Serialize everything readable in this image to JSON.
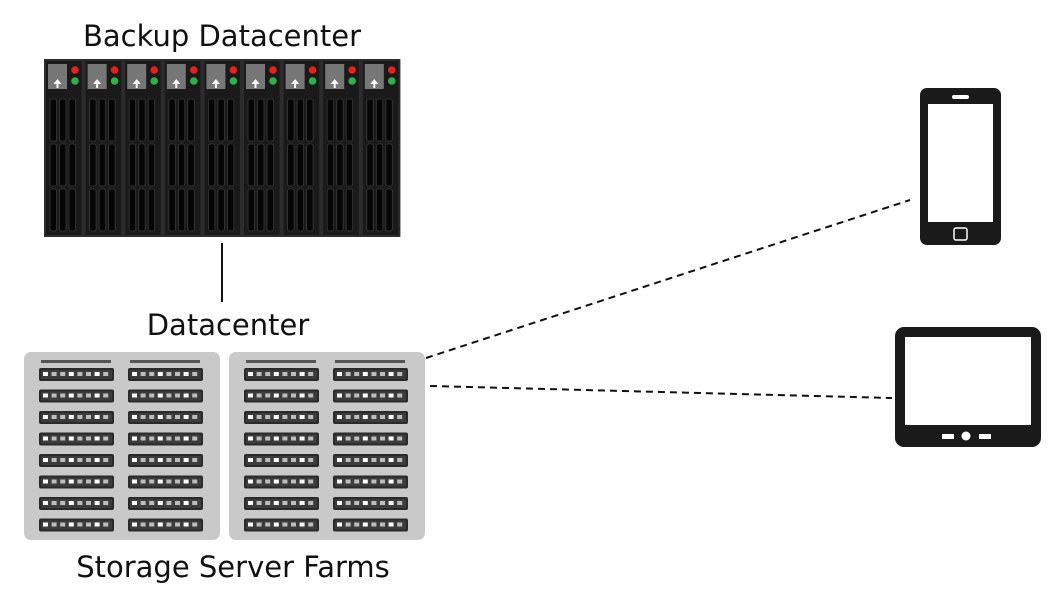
{
  "labels": {
    "backup": "Backup Datacenter",
    "datacenter": "Datacenter",
    "storage": "Storage Server Farms"
  },
  "colors": {
    "rack_body": "#1a1a1a",
    "rack_frame": "#2c2c2c",
    "rack_panel": "#777777",
    "led_red": "#e8201b",
    "led_green": "#2bb34a",
    "farm_bg": "#c9c9c9",
    "device": "#1a1a1a",
    "line": "#111111"
  },
  "icons": {
    "backup_rack": "server-rack-icon",
    "storage_cabinet": "storage-cabinet-icon",
    "phone": "smartphone-icon",
    "tablet": "tablet-icon"
  },
  "counts": {
    "backup_rack_units": 9,
    "storage_cabinets": 2,
    "server_columns_per_cabinet": 2,
    "server_rows_per_column": 8
  }
}
